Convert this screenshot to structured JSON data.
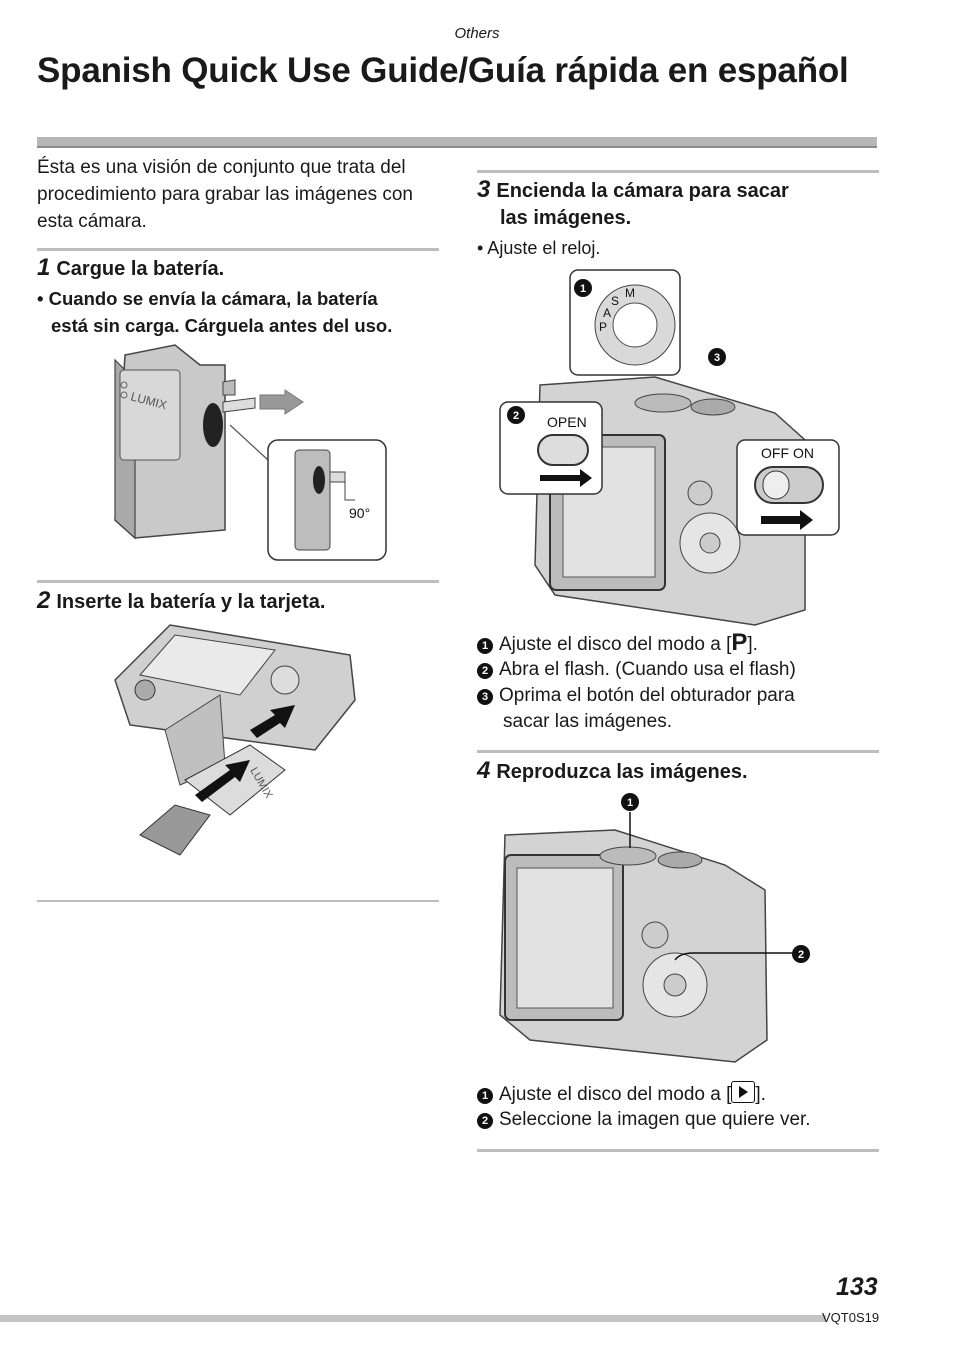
{
  "header": {
    "section": "Others"
  },
  "title": "Spanish Quick Use Guide/Guía rápida en español",
  "intro": "Ésta es una visión de conjunto que trata del procedimiento para grabar las imágenes con esta cámara.",
  "step1": {
    "num": "1",
    "title": "Cargue la batería.",
    "note_line1": "• Cuando se envía la cámara, la batería",
    "note_line2": "está sin carga. Cárguela antes del uso.",
    "illus": {
      "brand": "LUMIX",
      "angle": "90°"
    }
  },
  "step2": {
    "num": "2",
    "title": "Inserte la batería y la tarjeta.",
    "illus": {
      "brand": "LUMIX"
    }
  },
  "step3": {
    "num": "3",
    "title_line1": "Encienda la cámara para sacar",
    "title_line2": "las imágenes.",
    "bullet": "• Ajuste el reloj.",
    "illus": {
      "open_label": "OPEN",
      "off_label": "OFF",
      "on_label": "ON",
      "callout1": "1",
      "callout2": "2",
      "callout3": "3",
      "dial_p": "P",
      "dial_a": "A",
      "dial_s": "S",
      "dial_m": "M"
    },
    "items": [
      {
        "marker": "1",
        "pre": "Ajuste el disco del modo a [",
        "icon": "P",
        "post": "]."
      },
      {
        "marker": "2",
        "text": "Abra el flash. (Cuando usa el flash)"
      },
      {
        "marker": "3",
        "line1": "Oprima el botón del obturador para",
        "line2": "sacar las imágenes."
      }
    ]
  },
  "step4": {
    "num": "4",
    "title": "Reproduzca las imágenes.",
    "illus": {
      "callout1": "1",
      "callout2": "2"
    },
    "items": [
      {
        "marker": "1",
        "pre": "Ajuste el disco del modo a [",
        "post": "]."
      },
      {
        "marker": "2",
        "text": "Seleccione la imagen que quiere ver."
      }
    ]
  },
  "footer": {
    "page_number": "133",
    "code": "VQT0S19"
  }
}
